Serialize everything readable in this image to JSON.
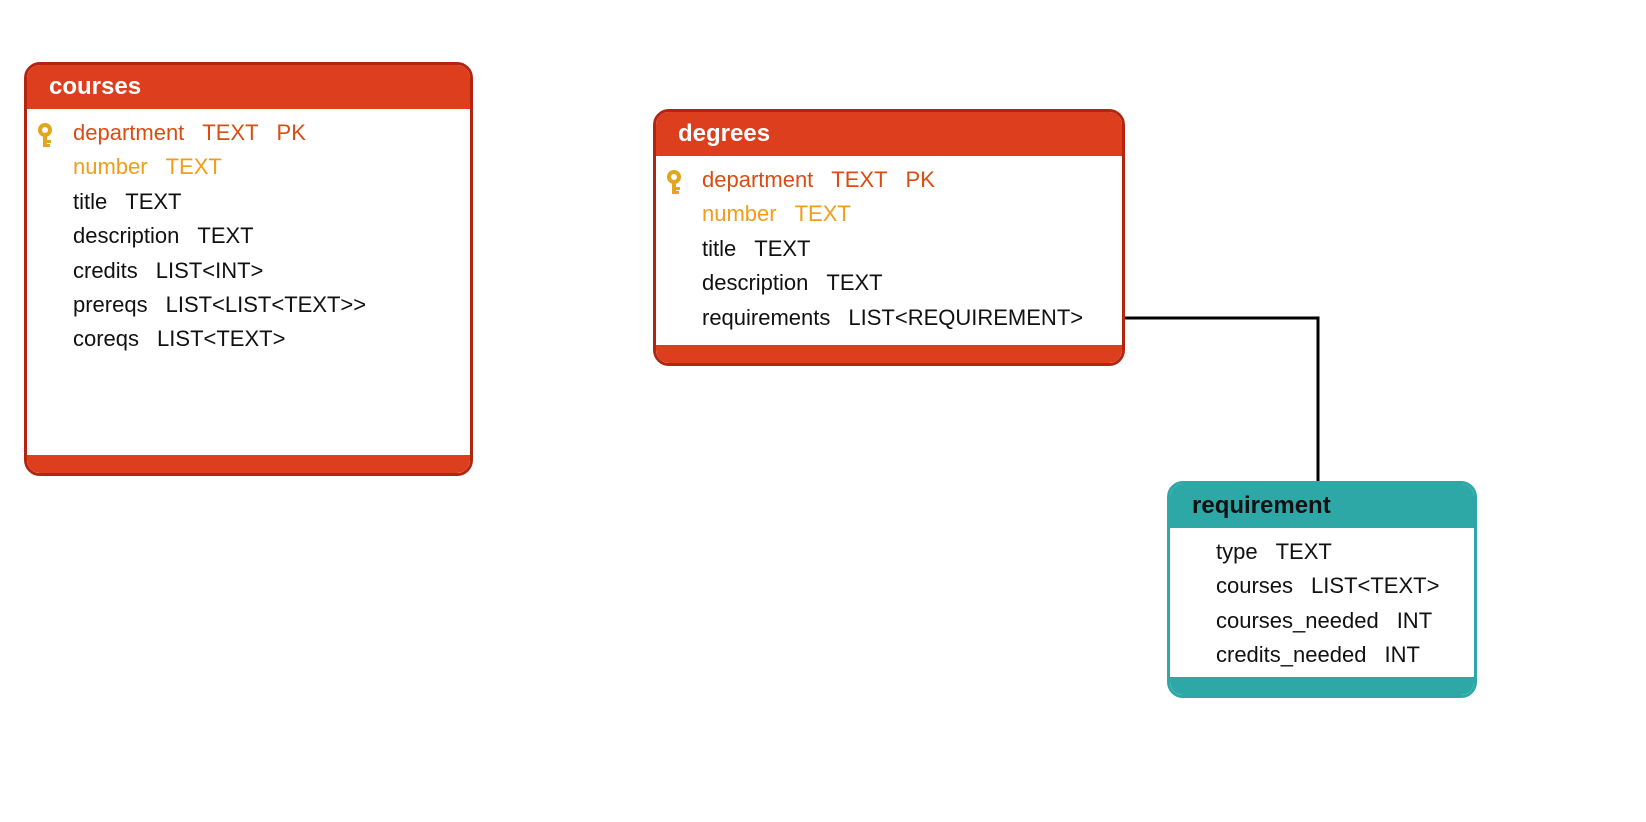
{
  "entities": {
    "courses": {
      "title": "courses",
      "fields": [
        {
          "name": "department",
          "type": "TEXT",
          "pk": "PK"
        },
        {
          "name": "number",
          "type": "TEXT"
        },
        {
          "name": "title",
          "type": "TEXT"
        },
        {
          "name": "description",
          "type": "TEXT"
        },
        {
          "name": "credits",
          "type": "LIST<INT>"
        },
        {
          "name": "prereqs",
          "type": "LIST<LIST<TEXT>>"
        },
        {
          "name": "coreqs",
          "type": "LIST<TEXT>"
        }
      ]
    },
    "degrees": {
      "title": "degrees",
      "fields": [
        {
          "name": "department",
          "type": "TEXT",
          "pk": "PK"
        },
        {
          "name": "number",
          "type": "TEXT"
        },
        {
          "name": "title",
          "type": "TEXT"
        },
        {
          "name": "description",
          "type": "TEXT"
        },
        {
          "name": "requirements",
          "type": "LIST<REQUIREMENT>"
        }
      ]
    },
    "requirement": {
      "title": "requirement",
      "fields": [
        {
          "name": "type",
          "type": "TEXT"
        },
        {
          "name": "courses",
          "type": "LIST<TEXT>"
        },
        {
          "name": "courses_needed",
          "type": "INT"
        },
        {
          "name": "credits_needed",
          "type": "INT"
        }
      ]
    }
  },
  "colors": {
    "table_header": "#dd3f1e",
    "table_border": "#b42511",
    "type_header": "#2ea8a7",
    "primary_key_text": "#dc4c12",
    "clustering_key_text": "#f29c1a",
    "key_icon": "#e3a51b"
  },
  "icons": {
    "primary_key": "key-icon"
  }
}
